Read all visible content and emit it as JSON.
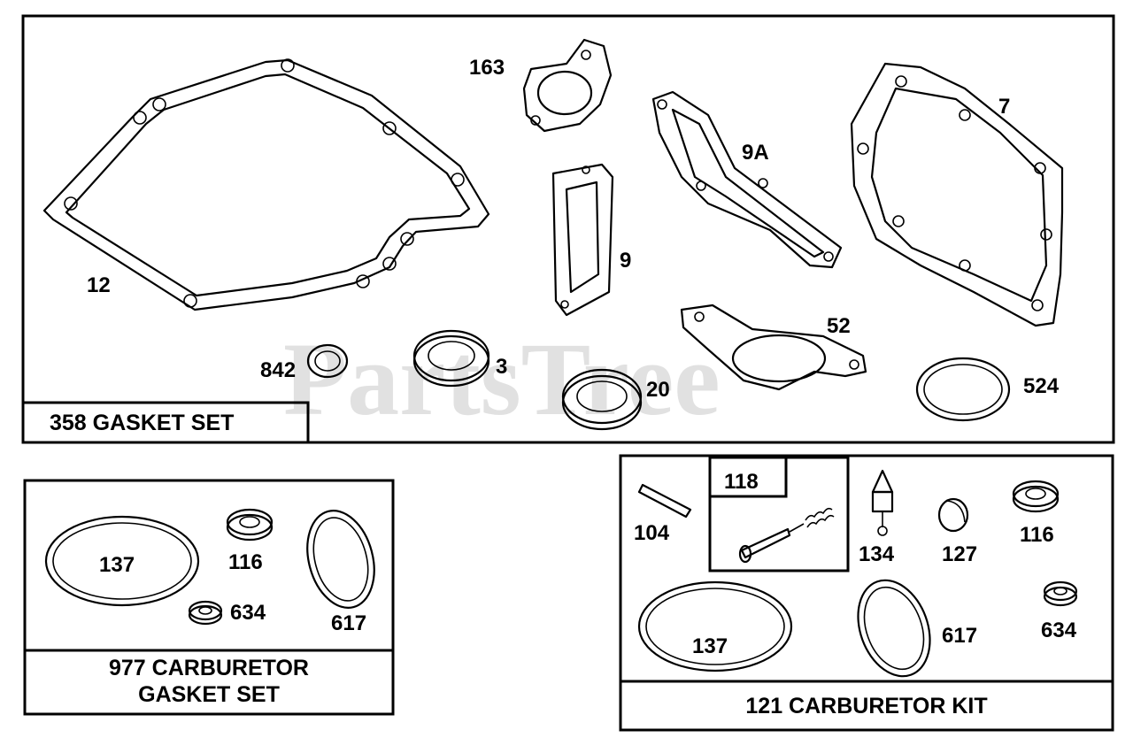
{
  "watermark": "PartsTree",
  "sections": {
    "gasket_set": {
      "title": "358 GASKET SET",
      "parts": {
        "p12": "12",
        "p163": "163",
        "p9": "9",
        "p9a": "9A",
        "p7": "7",
        "p842": "842",
        "p3": "3",
        "p20": "20",
        "p52": "52",
        "p524": "524"
      }
    },
    "carb_gasket_set": {
      "title_line1": "977 CARBURETOR",
      "title_line2": "GASKET SET",
      "parts": {
        "p137": "137",
        "p116": "116",
        "p617": "617",
        "p634": "634"
      }
    },
    "carb_kit": {
      "title": "121 CARBURETOR KIT",
      "parts": {
        "p104": "104",
        "p118": "118",
        "p134": "134",
        "p127": "127",
        "p116": "116",
        "p137": "137",
        "p617": "617",
        "p634": "634"
      }
    }
  }
}
